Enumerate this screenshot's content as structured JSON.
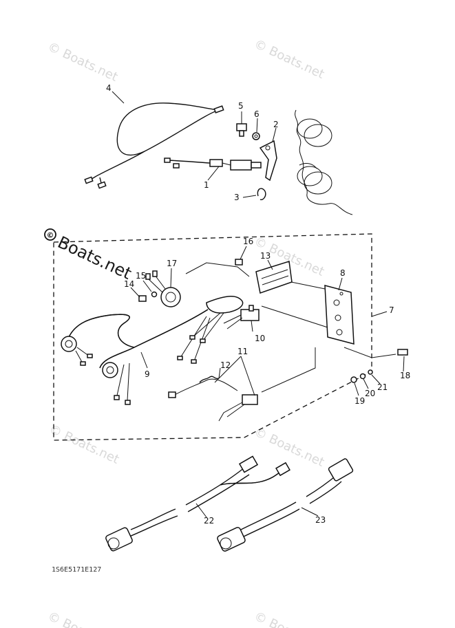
{
  "watermarks": [
    {
      "text": "© Boats.net",
      "style": "faint"
    },
    {
      "text": "© Boats.net",
      "style": "faint"
    },
    {
      "text": "Boats.net",
      "style": "bold"
    },
    {
      "text": "© Boats.net",
      "style": "faint"
    },
    {
      "text": "© Boats.net",
      "style": "faint"
    },
    {
      "text": "© Boats.net",
      "style": "faint"
    },
    {
      "text": "© Boats.net",
      "style": "faint"
    },
    {
      "text": "© Boats.net",
      "style": "faint"
    }
  ],
  "copyright_symbol": "©",
  "diagram_code": "1S6E5171E127",
  "callouts": [
    "1",
    "2",
    "3",
    "4",
    "5",
    "6",
    "7",
    "8",
    "9",
    "10",
    "11",
    "12",
    "13",
    "14",
    "15",
    "16",
    "17",
    "18",
    "19",
    "20",
    "21",
    "22",
    "23"
  ],
  "colors": {
    "ink": "#111111",
    "watermark": "#d9d9d9",
    "background": "#ffffff"
  }
}
